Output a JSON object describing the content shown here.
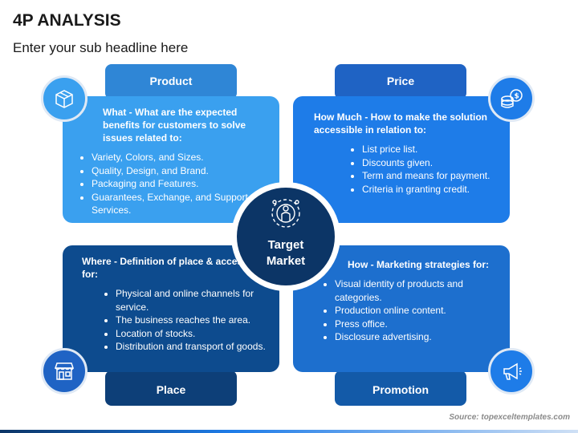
{
  "header": {
    "title": "4P ANALYSIS",
    "subtitle": "Enter your sub headline here"
  },
  "quadrants": {
    "product": {
      "tab_label": "Product",
      "lead": "What - What are the expected benefits for customers to solve issues related to:",
      "items": [
        "Variety, Colors, and Sizes.",
        "Quality, Design, and Brand.",
        "Packaging and Features.",
        "Guarantees, Exchange, and Support Services."
      ],
      "icon": "product-box-icon",
      "color": "#3aa0ef"
    },
    "price": {
      "tab_label": "Price",
      "lead": "How Much - How to make the solution accessible in relation to:",
      "items": [
        "List price list.",
        "Discounts given.",
        "Term and means for payment.",
        "Criteria in granting credit."
      ],
      "icon": "coins-icon",
      "color": "#1e7ce8"
    },
    "place": {
      "tab_label": "Place",
      "lead": "Where - Definition of place & accesses for:",
      "items": [
        "Physical and online channels for service.",
        "The business reaches the area.",
        "Location of stocks.",
        "Distribution and transport of goods."
      ],
      "icon": "storefront-icon",
      "color": "#0d4b8e"
    },
    "promotion": {
      "tab_label": "Promotion",
      "lead": "How - Marketing strategies for:",
      "items": [
        "Visual identity of products and categories.",
        "Production online content.",
        "Press office.",
        "Disclosure advertising."
      ],
      "icon": "megaphone-icon",
      "color": "#1d6fce"
    }
  },
  "center": {
    "label_line1": "Target",
    "label_line2": "Market",
    "icon": "target-person-icon",
    "color": "#0c3566"
  },
  "footer": {
    "source": "Source: topexceltemplates.com"
  }
}
